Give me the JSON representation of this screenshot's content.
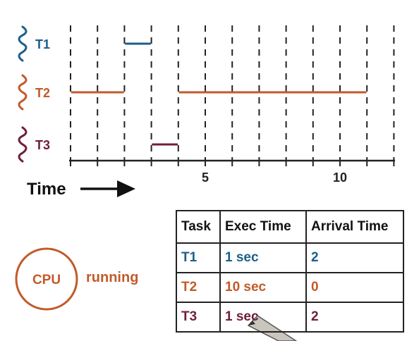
{
  "colors": {
    "t1": "#1c5f8a",
    "t2": "#c25a2a",
    "t3": "#6e1f3c",
    "axis": "#222222",
    "cpu": "#c25a2a"
  },
  "icons": [
    "thread-squiggle-icon",
    "arrow-right-icon",
    "pen-icon"
  ],
  "threads": [
    {
      "label": "T1",
      "color": "#1c5f8a",
      "segments": [
        [
          2,
          3
        ]
      ]
    },
    {
      "label": "T2",
      "color": "#c25a2a",
      "segments": [
        [
          0,
          2
        ],
        [
          4,
          11
        ]
      ]
    },
    {
      "label": "T3",
      "color": "#6e1f3c",
      "segments": [
        [
          3,
          4
        ]
      ]
    }
  ],
  "axis": {
    "label": "Time",
    "xlim": [
      0,
      12
    ],
    "tick_labels": [
      {
        "value": 5,
        "text": "5"
      },
      {
        "value": 10,
        "text": "10"
      }
    ]
  },
  "cpu": {
    "label": "CPU",
    "status": "running"
  },
  "table": {
    "headers": [
      "Task",
      "Exec Time",
      "Arrival Time"
    ],
    "rows": [
      {
        "task": "T1",
        "exec": "1 sec",
        "arrival": "2",
        "color": "#1c5f8a"
      },
      {
        "task": "T2",
        "exec": "10 sec",
        "arrival": "0",
        "color": "#c25a2a"
      },
      {
        "task": "T3",
        "exec": "1 sec",
        "arrival": "2",
        "color": "#6e1f3c"
      }
    ]
  }
}
